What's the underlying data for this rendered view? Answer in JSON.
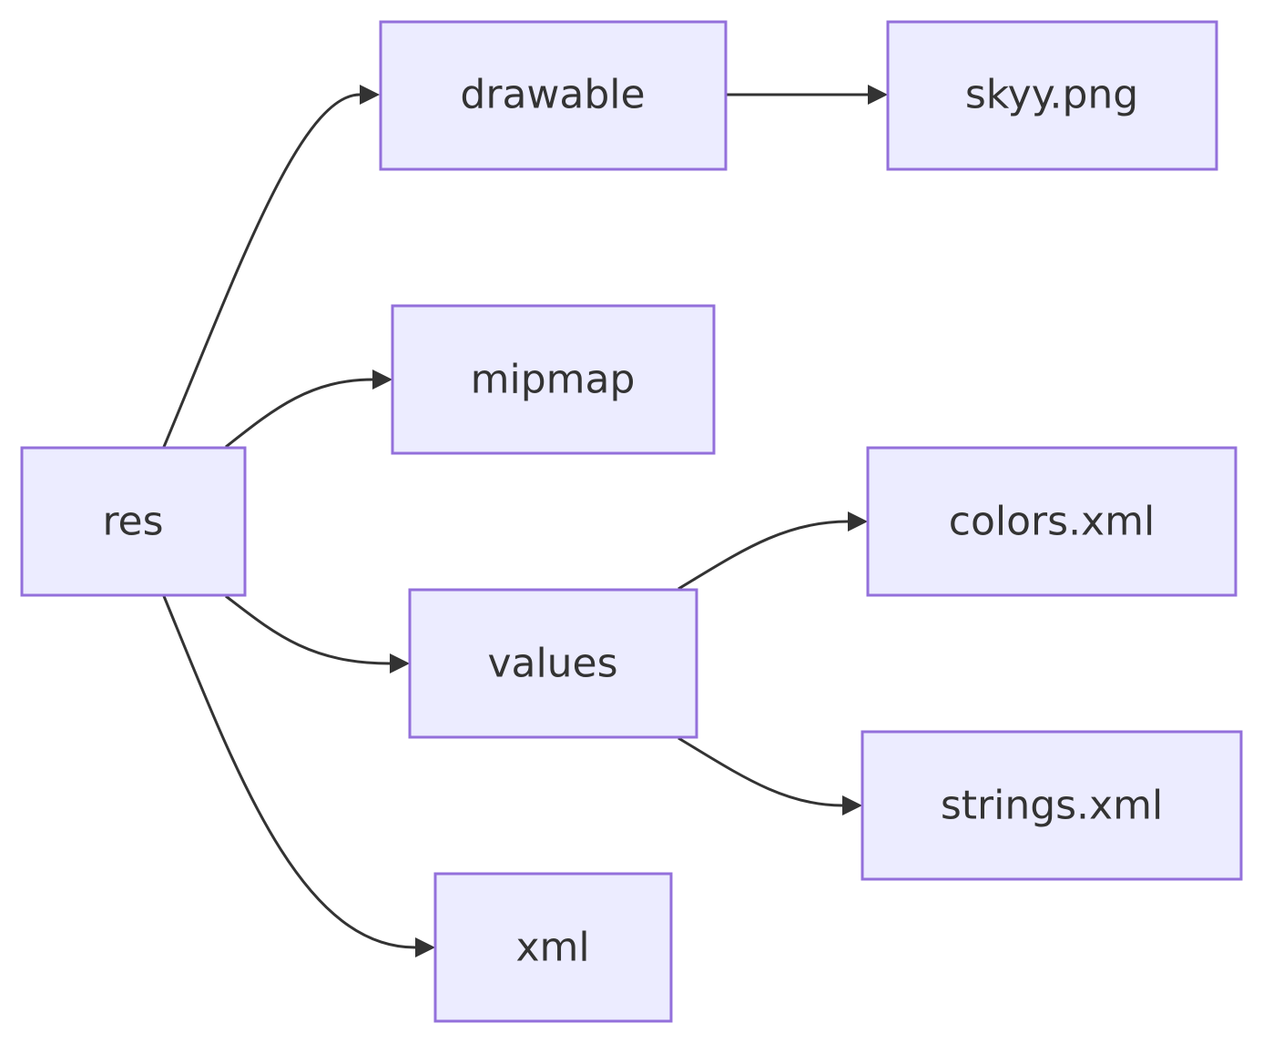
{
  "diagram": {
    "type": "flowchart",
    "direction": "left-to-right",
    "colors": {
      "node_fill": "#ececff",
      "node_stroke": "#9370db",
      "edge": "#333333",
      "text": "#333333",
      "background": "#ffffff"
    },
    "nodes": {
      "res": {
        "label": "res"
      },
      "drawable": {
        "label": "drawable"
      },
      "mipmap": {
        "label": "mipmap"
      },
      "values": {
        "label": "values"
      },
      "xml": {
        "label": "xml"
      },
      "skyy": {
        "label": "skyy.png"
      },
      "colors": {
        "label": "colors.xml"
      },
      "strings": {
        "label": "strings.xml"
      }
    },
    "edges": [
      {
        "from": "res",
        "to": "drawable"
      },
      {
        "from": "res",
        "to": "mipmap"
      },
      {
        "from": "res",
        "to": "values"
      },
      {
        "from": "res",
        "to": "xml"
      },
      {
        "from": "drawable",
        "to": "skyy"
      },
      {
        "from": "values",
        "to": "colors"
      },
      {
        "from": "values",
        "to": "strings"
      }
    ]
  }
}
